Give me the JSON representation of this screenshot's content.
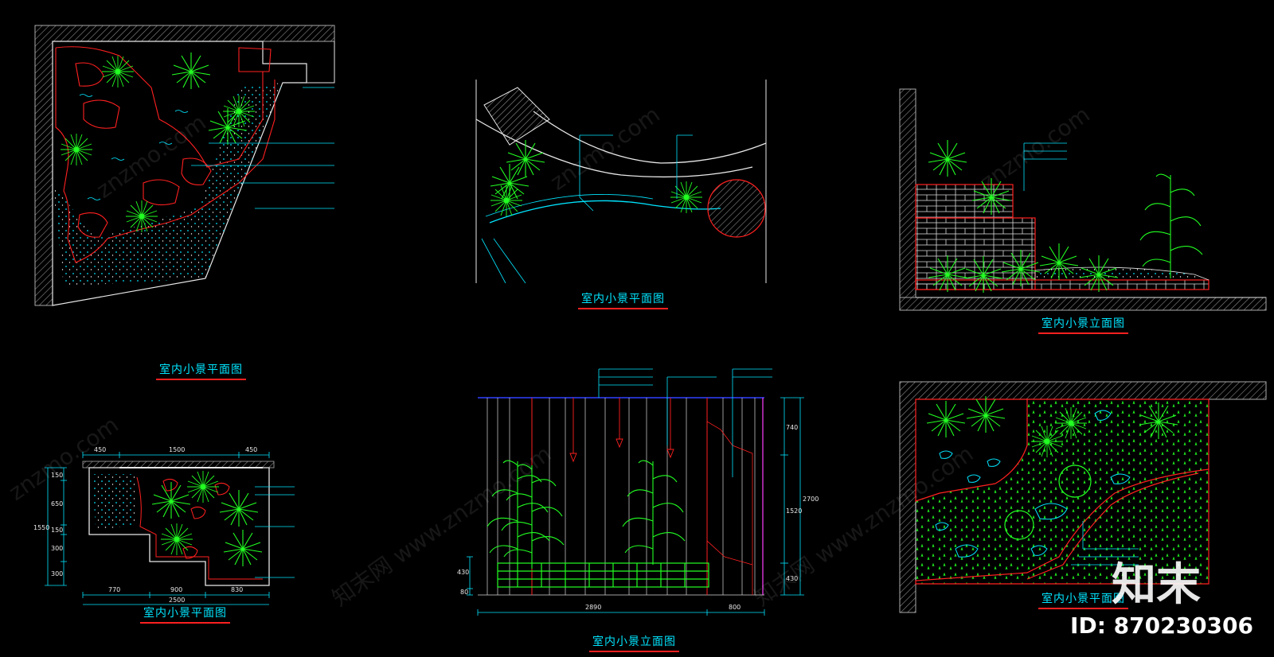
{
  "titles": {
    "plan_1": "室内小景平面图",
    "plan_2": "室内小景平面图",
    "elev_1": "室内小景立面图",
    "plan_3": "室内小景平面图",
    "elev_2": "室内小景立面图",
    "plan_4": "室内小景平面图"
  },
  "watermark": {
    "text": "知末网 www.znzmo.com",
    "short": "znzmo.com"
  },
  "brand": "知末",
  "id_label": "ID: 870230306",
  "dims": {
    "plan_3_top": [
      "450",
      "1500",
      "450"
    ],
    "plan_3_bottom": [
      "770",
      "900",
      "830"
    ],
    "plan_3_total": "2500",
    "plan_3_left": [
      "150",
      "650",
      "150",
      "300",
      "300",
      "1550"
    ],
    "elev_2_bottom": [
      "2890",
      "800"
    ],
    "elev_2_right": [
      "740",
      "1520",
      "430",
      "2700"
    ],
    "elev_2_left": [
      "430",
      "80"
    ]
  },
  "colors": {
    "cyan": "#00e5ff",
    "red": "#ff2020",
    "green": "#22ff22",
    "white": "#e8e8e8",
    "hatch": "#9a9a9a",
    "blue": "#3040ff"
  }
}
